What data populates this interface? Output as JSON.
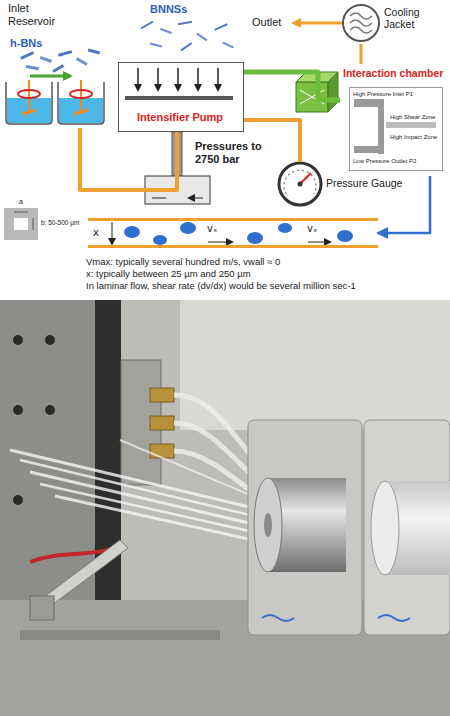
{
  "diagram": {
    "nodes": [
      {
        "text": [
          "Inlet Reservoir"
        ]
      },
      {
        "text": [
          "Intensifier Pump"
        ]
      },
      {
        "text": [
          "Interaction chamber"
        ]
      },
      {
        "text": [
          "High Pressure Inlet P1",
          "High Shear Zone",
          "High Impact Zone",
          "Low Pressure Outlet P2"
        ],
        "in": 2
      },
      {
        "text": [
          "Pressure Gauge"
        ]
      },
      {
        "text": [
          "Cooling Jacket"
        ]
      },
      {
        "text": [
          "x",
          "vₓ",
          "vₓ"
        ]
      }
    ],
    "edges": [
      {
        "from": 0,
        "to": 1,
        "arrow": "none"
      },
      {
        "from": 1,
        "to": 2,
        "arrow": "none"
      },
      {
        "from": 1,
        "to": 4,
        "arrow": "none"
      },
      {
        "from": 2,
        "to": 5,
        "arrow": "none"
      },
      {
        "from": 2,
        "to": 6,
        "arrow": "to"
      }
    ],
    "labels": [
      "h-BNs",
      "BNNSs",
      "Outlet",
      "Pressures to 2750 bar",
      "a",
      "b: 50-500 µm",
      "Vmax: typically several hundred m/s, vwall ≈ 0",
      "x: typically between 25 µm and 250 µm",
      "In laminar flow, shear rate (dv/dx) would be several million sec-1"
    ]
  }
}
